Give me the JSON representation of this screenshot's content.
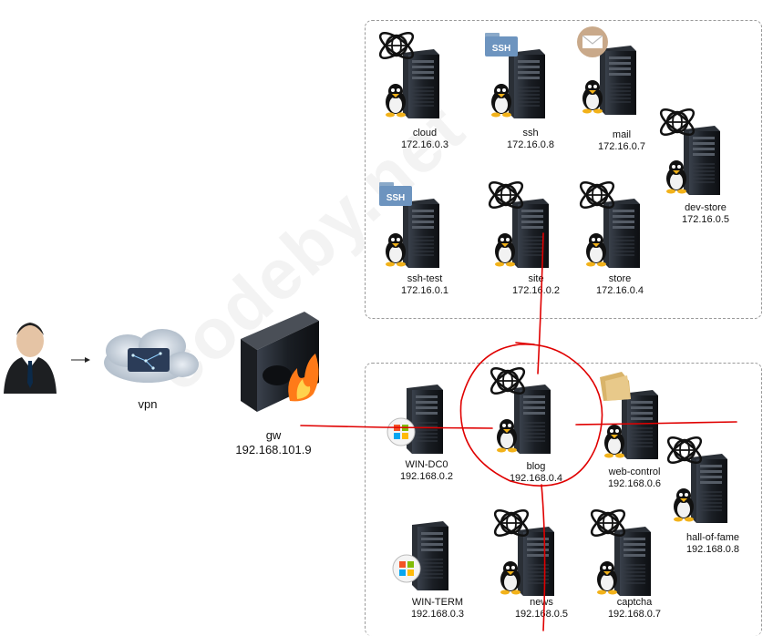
{
  "watermark": "codeby.net",
  "vpn": {
    "label": "vpn"
  },
  "gateway": {
    "name": "gw",
    "ip": "192.168.101.9"
  },
  "top_zone": [
    {
      "id": "cloud",
      "name": "cloud",
      "ip": "172.16.0.3",
      "badge": "globe-icon"
    },
    {
      "id": "ssh",
      "name": "ssh",
      "ip": "172.16.0.8",
      "badge": "ssh-folder-icon",
      "badge_text": "SSH"
    },
    {
      "id": "mail",
      "name": "mail",
      "ip": "172.16.0.7",
      "badge": "mail-icon"
    },
    {
      "id": "dev-store",
      "name": "dev-store",
      "ip": "172.16.0.5",
      "badge": "globe-icon"
    },
    {
      "id": "ssh-test",
      "name": "ssh-test",
      "ip": "172.16.0.1",
      "badge": "ssh-folder-icon",
      "badge_text": "SSH"
    },
    {
      "id": "site",
      "name": "site",
      "ip": "172.16.0.2",
      "badge": "globe-icon"
    },
    {
      "id": "store",
      "name": "store",
      "ip": "172.16.0.4",
      "badge": "globe-icon"
    }
  ],
  "bottom_zone": [
    {
      "id": "win-dc0",
      "name": "WIN-DC0",
      "ip": "192.168.0.2",
      "badge": "windows-icon",
      "os": "windows"
    },
    {
      "id": "blog",
      "name": "blog",
      "ip": "192.168.0.4",
      "badge": "globe-icon",
      "os": "linux"
    },
    {
      "id": "web-control",
      "name": "web-control",
      "ip": "192.168.0.6",
      "badge": "folder-icon",
      "os": "linux"
    },
    {
      "id": "hall-of-fame",
      "name": "hall-of-fame",
      "ip": "192.168.0.8",
      "badge": "globe-icon",
      "os": "linux"
    },
    {
      "id": "win-term",
      "name": "WIN-TERM",
      "ip": "192.168.0.3",
      "badge": "windows-icon",
      "os": "windows"
    },
    {
      "id": "news",
      "name": "news",
      "ip": "192.168.0.5",
      "badge": "globe-icon",
      "os": "linux"
    },
    {
      "id": "captcha",
      "name": "captcha",
      "ip": "192.168.0.7",
      "badge": "globe-icon",
      "os": "linux"
    }
  ],
  "colors": {
    "annotation": "#e00000",
    "server": "#1c2026",
    "zone_border": "#9a9a9a"
  }
}
